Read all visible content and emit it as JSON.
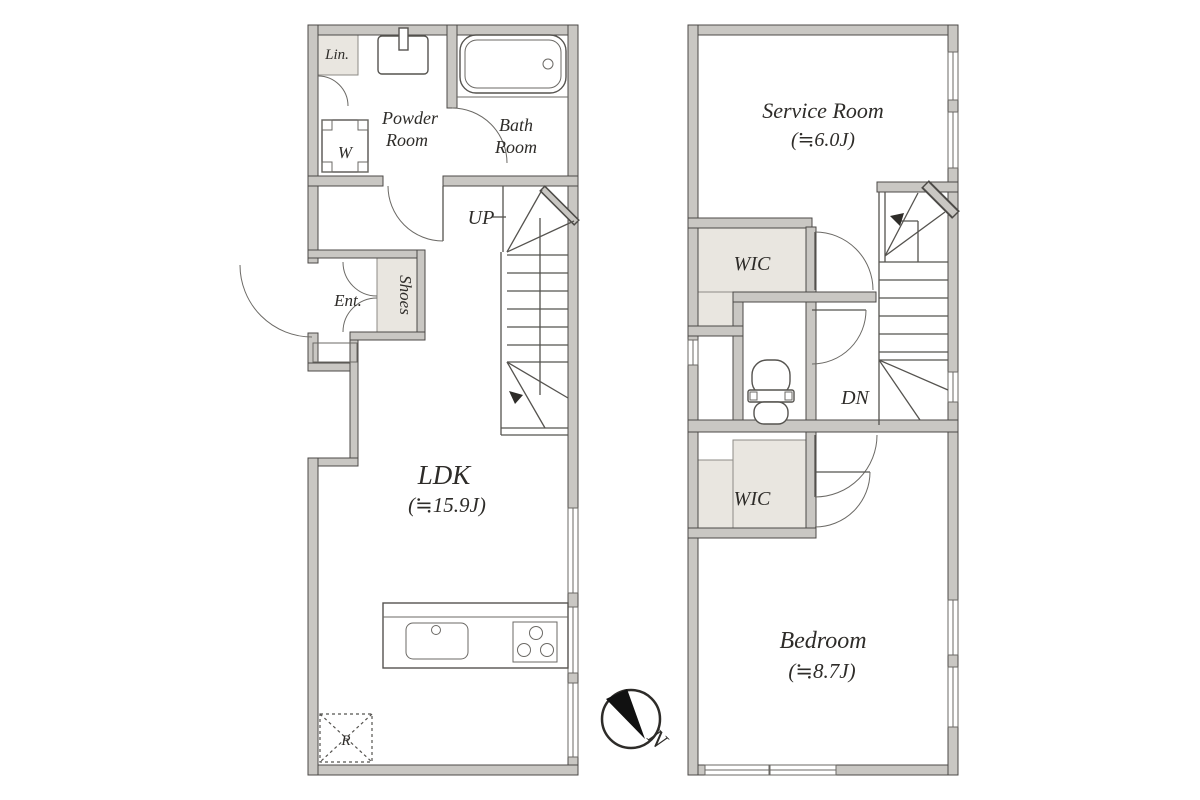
{
  "floorplan": {
    "floor1": {
      "linen_label": "Lin.",
      "powder_room_line1": "Powder",
      "powder_room_line2": "Room",
      "washer_label": "W",
      "bath_room_line1": "Bath",
      "bath_room_line2": "Room",
      "stairs_up_label": "UP",
      "entrance_label": "Ent.",
      "shoes_label": "Shoes",
      "ldk_label": "LDK",
      "ldk_size": "(≒15.9J)",
      "refrigerator_label": "R"
    },
    "floor2": {
      "service_room_label": "Service Room",
      "service_room_size": "(≒6.0J)",
      "wic_upper_label": "WIC",
      "wic_lower_label": "WIC",
      "stairs_down_label": "DN",
      "bedroom_label": "Bedroom",
      "bedroom_size": "(≒8.7J)"
    },
    "compass": {
      "north_label": "N"
    },
    "colors": {
      "wall_fill": "#c9c7c3",
      "wall_stroke": "#4c4a47",
      "closet_fill": "#e9e6e0",
      "line": "#55534f",
      "text": "#2e2c29",
      "background": "#ffffff"
    }
  }
}
